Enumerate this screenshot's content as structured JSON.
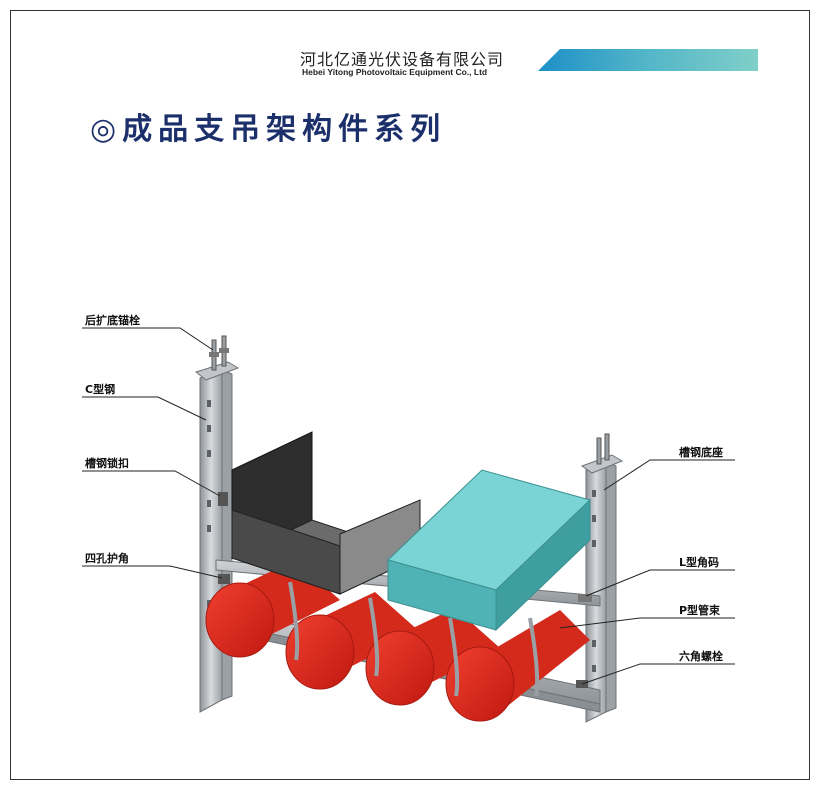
{
  "company": {
    "name_cn": "河北亿通光伏设备有限公司",
    "name_en": "Hebei Yitong Photovoltaic Equipment Co., Ltd"
  },
  "title": "◎成品支吊架构件系列",
  "labels": {
    "anchor_bolt": "后扩底锚栓",
    "c_channel": "C型钢",
    "channel_lock": "槽钢锁扣",
    "four_hole_corner": "四孔护角",
    "channel_base": "槽钢底座",
    "l_bracket": "L型角码",
    "p_clamp": "P型管束",
    "hex_bolt": "六角螺栓"
  },
  "colors": {
    "title": "#1b2f6b",
    "pipe": "#e02418",
    "tray_dark": "#3a3a3a",
    "tray_teal": "#5ec2c4",
    "steel": "#b8bcc0"
  }
}
